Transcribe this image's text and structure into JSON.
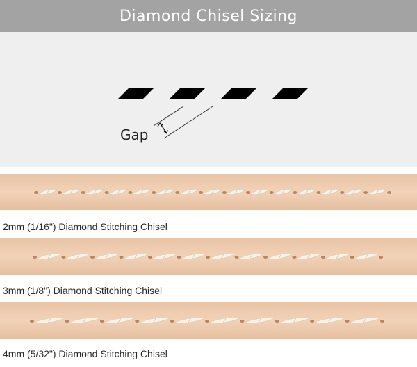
{
  "header": {
    "title": "Diamond Chisel Sizing"
  },
  "diagram": {
    "gap_label": "Gap"
  },
  "chisels": [
    {
      "caption": "2mm (1/16\") Diamond Stitching Chisel"
    },
    {
      "caption": "3mm (1/8\") Diamond Stitching Chisel"
    },
    {
      "caption": "4mm (5/32\") Diamond Stitching Chisel"
    }
  ],
  "colors": {
    "header": "#a3a3a3",
    "diagram_bg": "#efefef",
    "leather": "#f0cfb3",
    "thread": "#f6f1e4",
    "diamond": "#000000"
  }
}
